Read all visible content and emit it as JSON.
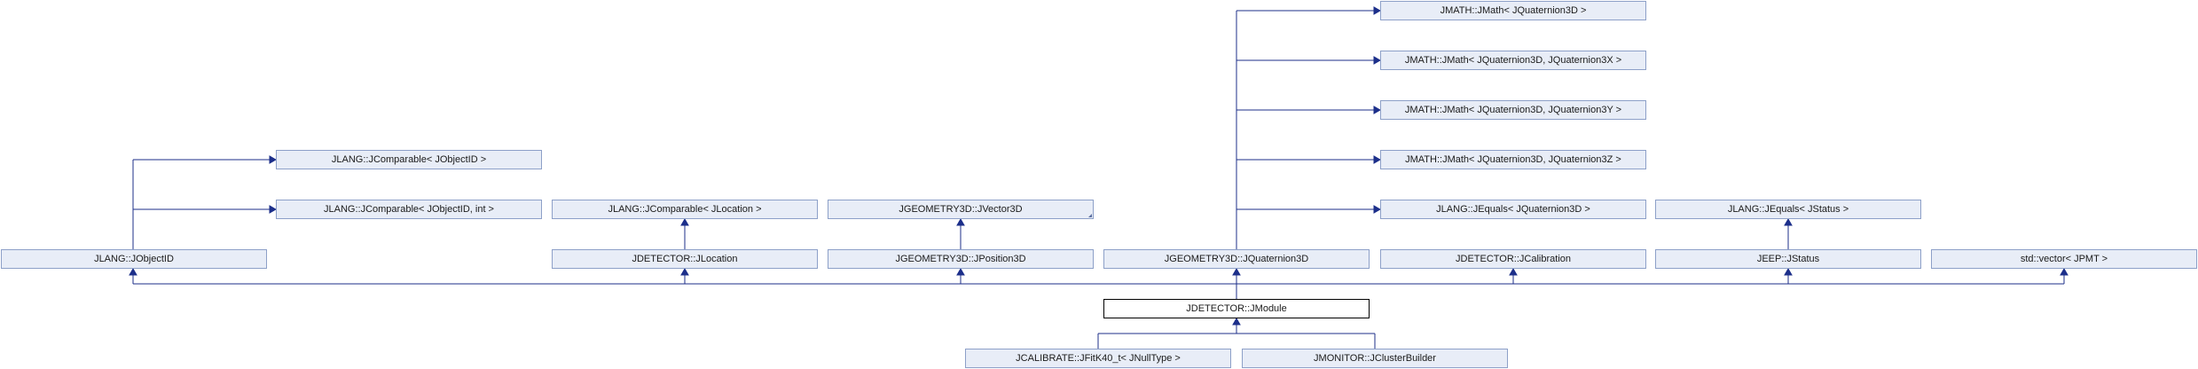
{
  "diagram": {
    "main_node": "JDETECTOR::JModule",
    "nodes": {
      "jmath_q3d": "JMATH::JMath< JQuaternion3D >",
      "jmath_q3x": "JMATH::JMath< JQuaternion3D, JQuaternion3X >",
      "jmath_q3y": "JMATH::JMath< JQuaternion3D, JQuaternion3Y >",
      "jmath_q3z": "JMATH::JMath< JQuaternion3D, JQuaternion3Z >",
      "jequals_q3d": "JLANG::JEquals< JQuaternion3D >",
      "jequals_jstatus": "JLANG::JEquals< JStatus >",
      "jcomparable_objectid": "JLANG::JComparable< JObjectID >",
      "jcomparable_objectid_int": "JLANG::JComparable< JObjectID, int >",
      "jcomparable_location": "JLANG::JComparable< JLocation >",
      "jvector3d": "JGEOMETRY3D::JVector3D",
      "jobjectid": "JLANG::JObjectID",
      "jlocation": "JDETECTOR::JLocation",
      "jposition3d": "JGEOMETRY3D::JPosition3D",
      "jquaternion3d": "JGEOMETRY3D::JQuaternion3D",
      "jcalibration": "JDETECTOR::JCalibration",
      "jstatus": "JEEP::JStatus",
      "vector_jpmt": "std::vector< JPMT >",
      "jfitk40": "JCALIBRATE::JFitK40_t< JNullType >",
      "jclusterbuilder": "JMONITOR::JClusterBuilder"
    }
  }
}
